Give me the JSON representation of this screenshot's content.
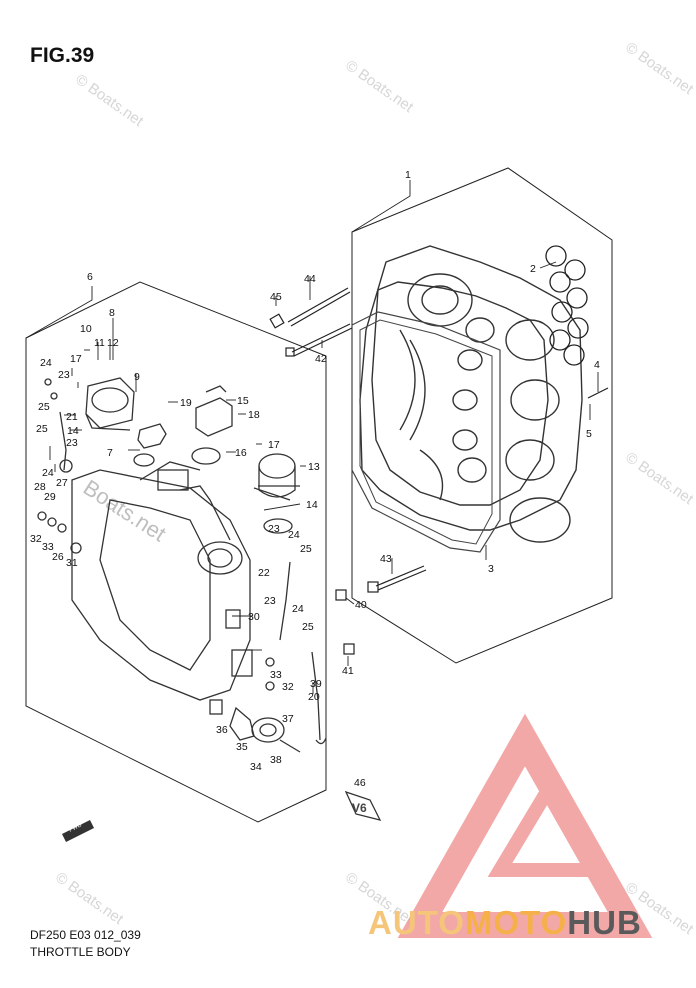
{
  "figure": {
    "title": "FIG.39"
  },
  "footer": {
    "model_code": "DF250 E03 012_039",
    "section": "THROTTLE BODY"
  },
  "watermark": {
    "site": "© Boats.net",
    "site_plain": "Boats.net"
  },
  "logo": {
    "part1": "AUTO",
    "part2": "MOTO",
    "part3": "HUB",
    "colors": [
      "#f5c57a",
      "#f5b04a",
      "#5a5a5a",
      "#f08a8a"
    ]
  },
  "callouts": {
    "c1": "1",
    "c2": "2",
    "c3": "3",
    "c4": "4",
    "c5": "5",
    "c6": "6",
    "c7": "7",
    "c8": "8",
    "c9": "9",
    "c10": "10",
    "c11": "11",
    "c12": "12",
    "c13": "13",
    "c14a": "14",
    "c14b": "14",
    "c15": "15",
    "c16": "16",
    "c17a": "17",
    "c17b": "17",
    "c18": "18",
    "c19": "19",
    "c20": "20",
    "c21": "21",
    "c22": "22",
    "c23a": "23",
    "c23b": "23",
    "c23c": "23",
    "c23d": "23",
    "c24a": "24",
    "c24b": "24",
    "c24c": "24",
    "c24d": "24",
    "c25a": "25",
    "c25b": "25",
    "c25c": "25",
    "c25d": "25",
    "c26": "26",
    "c27": "27",
    "c28": "28",
    "c29": "29",
    "c30": "30",
    "c31": "31",
    "c32a": "32",
    "c32b": "32",
    "c33a": "33",
    "c33b": "33",
    "c34": "34",
    "c35": "35",
    "c36": "36",
    "c37": "37",
    "c38": "38",
    "c39": "39",
    "c40": "40",
    "c41": "41",
    "c42": "42",
    "c43": "43",
    "c44": "44",
    "c45": "45",
    "c46": "46"
  },
  "fwd_label": "FWD",
  "v6_label": "V6"
}
